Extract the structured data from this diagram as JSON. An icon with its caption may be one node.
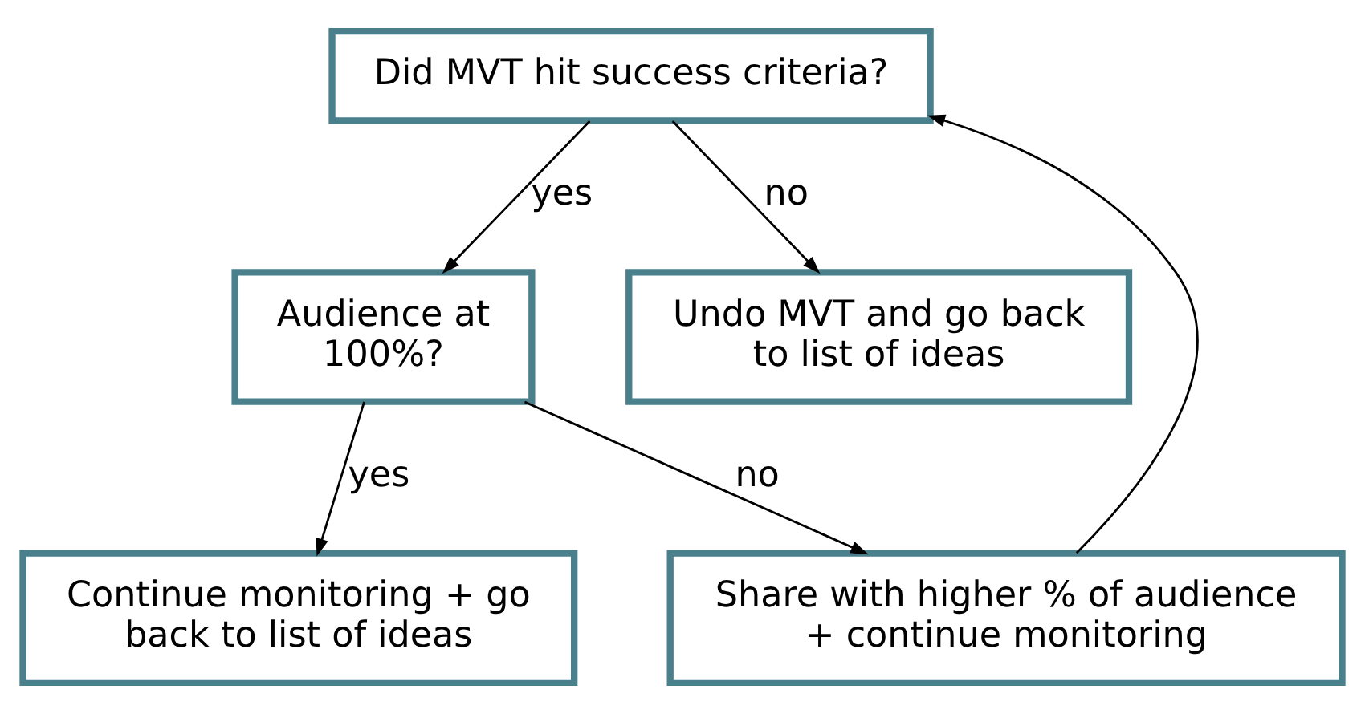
{
  "diagram": {
    "nodes": [
      {
        "text": [
          "Did MVT hit success criteria?"
        ]
      },
      {
        "text": [
          "Audience at 100%?"
        ]
      },
      {
        "text": [
          "Undo MVT and go back to list of ideas"
        ]
      },
      {
        "text": [
          "Continue monitoring + go back to list of ideas"
        ]
      },
      {
        "text": [
          "Share with higher % of audience + continue monitoring"
        ]
      }
    ],
    "edges": [
      {
        "from": 0,
        "to": 1,
        "arrow": "to",
        "label": "yes"
      },
      {
        "from": 0,
        "to": 2,
        "arrow": "to",
        "label": "no"
      },
      {
        "from": 1,
        "to": 3,
        "arrow": "to",
        "label": "yes"
      },
      {
        "from": 1,
        "to": 4,
        "arrow": "to",
        "label": "no"
      },
      {
        "from": 4,
        "to": 0,
        "arrow": "to"
      }
    ]
  }
}
